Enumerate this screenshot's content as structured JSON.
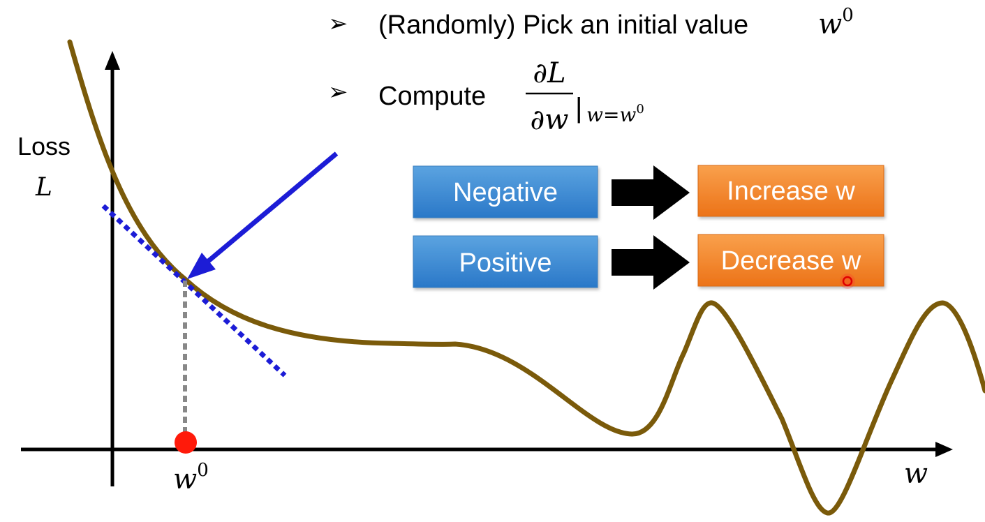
{
  "bullets": [
    {
      "marker": "➢",
      "text": "(Randomly) Pick an initial value",
      "math_base": "w",
      "math_sup": "0"
    },
    {
      "marker": "➢",
      "text": "Compute",
      "frac_num": "∂L",
      "frac_den": "∂w",
      "eval_bar": "|",
      "eval_sub_var": "w=w",
      "eval_sub_sup": "0"
    }
  ],
  "axes": {
    "y_label_line1": "Loss",
    "y_label_line2": "L",
    "x_label": "w",
    "point_label_base": "w",
    "point_label_sup": "0"
  },
  "rules": [
    {
      "condition": "Negative",
      "action": "Increase w"
    },
    {
      "condition": "Positive",
      "action": "Decrease w"
    }
  ],
  "colors": {
    "curve": "#7a5a0a",
    "axis": "#000000",
    "tangent": "#1c1cd6",
    "pointer_arrow": "#1c1cd6",
    "drop_line": "#888888",
    "point": "#ff1a0a",
    "blue_box_top": "#5ba3e0",
    "blue_box_bottom": "#2a78c8",
    "orange_box_top": "#f9a04c",
    "orange_box_bottom": "#ec7318",
    "rule_arrow": "#000000"
  }
}
